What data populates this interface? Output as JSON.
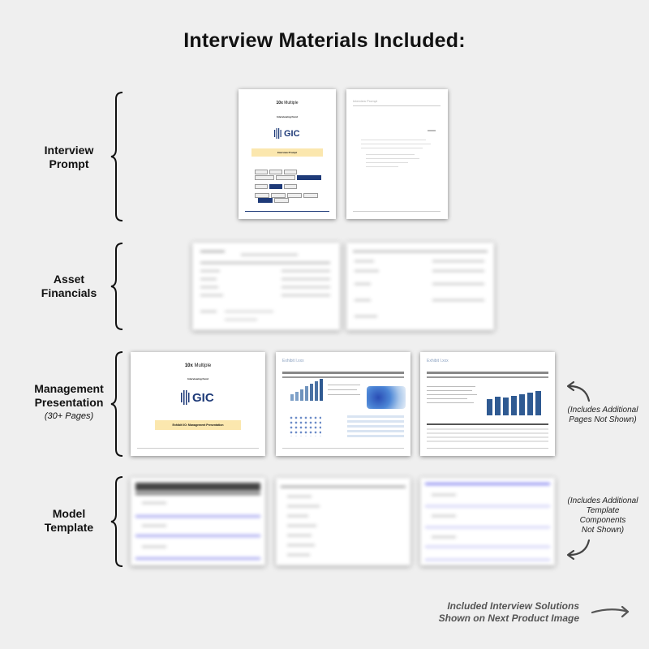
{
  "title": "Interview Materials Included:",
  "sections": {
    "interview_prompt": {
      "label_line1": "Interview",
      "label_line2": "Prompt"
    },
    "asset_financials": {
      "label_line1": "Asset",
      "label_line2": "Financials"
    },
    "management_presentation": {
      "label_line1": "Management",
      "label_line2": "Presentation",
      "sublabel": "(30+ Pages)"
    },
    "model_template": {
      "label_line1": "Model",
      "label_line2": "Template"
    }
  },
  "notes": {
    "presentation_note_l1": "(Includes Additional",
    "presentation_note_l2": "Pages Not Shown)",
    "template_note_l1": "(Includes Additional",
    "template_note_l2": "Template",
    "template_note_l3": "Components",
    "template_note_l4": "Not Shown)"
  },
  "footer": {
    "line1": "Included Interview Solutions",
    "line2": "Shown on Next Product Image"
  },
  "cover_prompt": {
    "brand_prefix": "10x",
    "brand_suffix": " Multiple",
    "case_label": "Interviewing Fund",
    "logo": "GIC",
    "band": "Interview Prompt"
  },
  "cover_presentation": {
    "brand_prefix": "10x",
    "brand_suffix": " Multiple",
    "case_label": "Interviewing Fund",
    "logo": "GIC",
    "band": "Exhibit I/O: Management Presentation"
  },
  "slide2_title": "Exhibit I.xxx",
  "slide3_title": "Exhibit I.xxx",
  "prompt_page2_title": "Interview Prompt",
  "colors": {
    "background": "#efefef",
    "band": "#fbe7ae",
    "logo_blue": "#1e3a78"
  }
}
